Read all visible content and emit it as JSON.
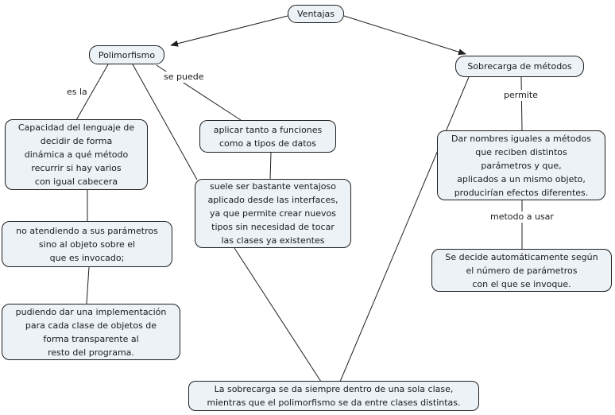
{
  "nodes": {
    "ventajas": {
      "label": "Ventajas"
    },
    "polimorfismo": {
      "label": "Polimorfismo"
    },
    "sobrecarga": {
      "label": "Sobrecarga de métodos"
    },
    "capacidad": {
      "label": "Capacidad del lenguaje de\ndecidir de forma\ndinámica a qué método\nrecurrir si hay varios\ncon igual cabecera"
    },
    "no_atendiendo": {
      "label": "no atendiendo a sus parámetros\nsino al objeto sobre el\nque es invocado;"
    },
    "pudiendo": {
      "label": "pudiendo dar una implementación\npara cada clase de objetos de\nforma transparente al\nresto del programa."
    },
    "aplicar": {
      "label": "aplicar tanto a funciones\ncomo a tipos de datos"
    },
    "suele": {
      "label": "suele ser bastante ventajoso\naplicado desde las interfaces,\nya que permite crear nuevos\ntipos sin necesidad de tocar\nlas clases ya existentes"
    },
    "dar_nombres": {
      "label": "Dar nombres iguales a métodos\nque reciben distintos\nparámetros y que,\naplicados a un mismo objeto,\nproducirían efectos diferentes."
    },
    "se_decide": {
      "label": "Se decide automáticamente según\nel número de parámetros\ncon el que se invoque."
    },
    "conclusion": {
      "label": "La sobrecarga se da siempre dentro de una sola clase,\nmientras que el polimorfismo se da entre clases distintas."
    }
  },
  "link_labels": {
    "es_la": "es la",
    "se_puede": "se puede",
    "permite": "permite",
    "metodo_a_usar": "metodo a usar"
  },
  "colors": {
    "background": "#ffffff",
    "node_fill": "#edf2f7",
    "node_border": "#1f1f1f",
    "line": "#1f1f1f",
    "text": "#1a1a1a"
  }
}
